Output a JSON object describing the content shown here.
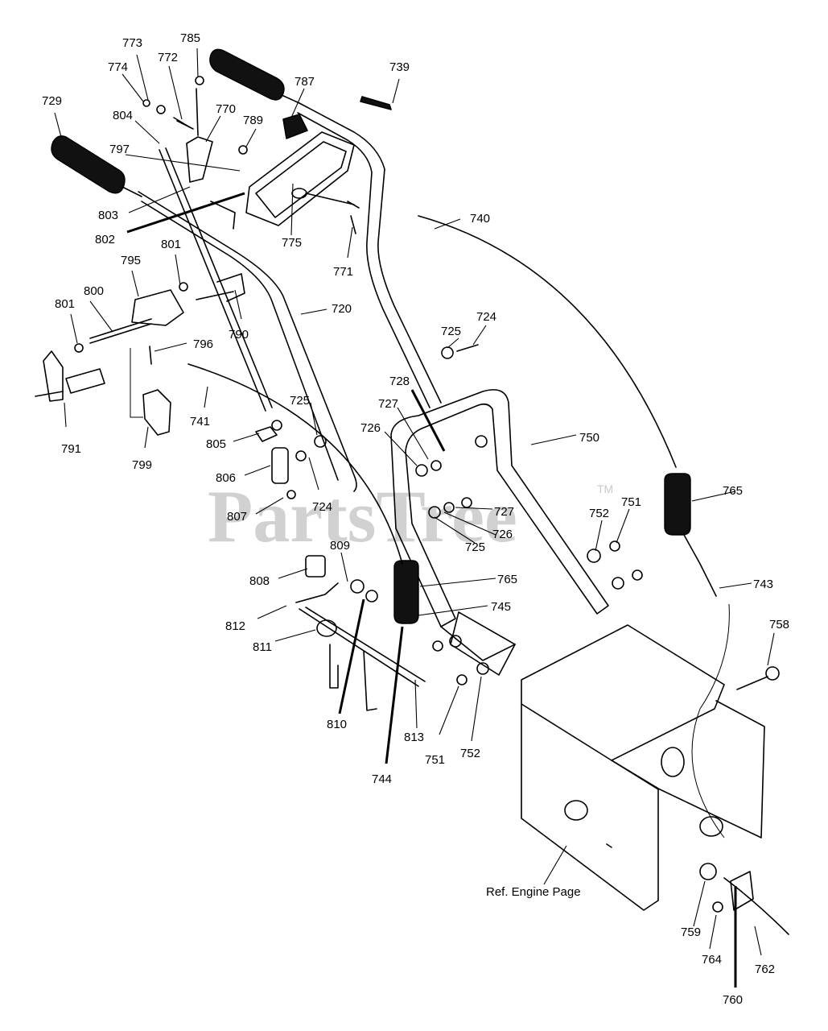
{
  "watermark": {
    "text": "PartsTree",
    "tm": "TM"
  },
  "reference_note": "Ref. Engine Page",
  "part_labels": [
    "773",
    "785",
    "774",
    "772",
    "729",
    "804",
    "770",
    "789",
    "787",
    "739",
    "797",
    "803",
    "802",
    "775",
    "771",
    "740",
    "801",
    "795",
    "800",
    "801b",
    "790",
    "720",
    "796",
    "725",
    "724",
    "741",
    "791",
    "799",
    "805",
    "806",
    "807",
    "724b",
    "728",
    "727",
    "726",
    "750",
    "727b",
    "726b",
    "725b",
    "752",
    "751",
    "765",
    "809",
    "808",
    "765b",
    "745",
    "743",
    "812",
    "811",
    "758",
    "810",
    "813",
    "751b",
    "752b",
    "744",
    "759",
    "764",
    "762",
    "760"
  ],
  "part_numbers": {
    "773": "773",
    "785": "785",
    "774": "774",
    "772": "772",
    "729": "729",
    "804": "804",
    "770": "770",
    "789": "789",
    "787": "787",
    "739": "739",
    "797": "797",
    "803": "803",
    "802": "802",
    "775": "775",
    "771": "771",
    "740": "740",
    "801": "801",
    "795": "795",
    "800": "800",
    "801b": "801",
    "790": "790",
    "720": "720",
    "796": "796",
    "725": "725",
    "724": "724",
    "741": "741",
    "791": "791",
    "799": "799",
    "805": "805",
    "806": "806",
    "807": "807",
    "724b": "724",
    "728": "728",
    "727": "727",
    "726": "726",
    "750": "750",
    "727b": "727",
    "726b": "726",
    "725b": "725",
    "752": "752",
    "751": "751",
    "765": "765",
    "809": "809",
    "808": "808",
    "765b": "765",
    "745": "745",
    "743": "743",
    "812": "812",
    "811": "811",
    "758": "758",
    "810": "810",
    "813": "813",
    "751b": "751",
    "752b": "752",
    "744": "744",
    "759": "759",
    "764": "764",
    "762": "762",
    "760": "760"
  }
}
